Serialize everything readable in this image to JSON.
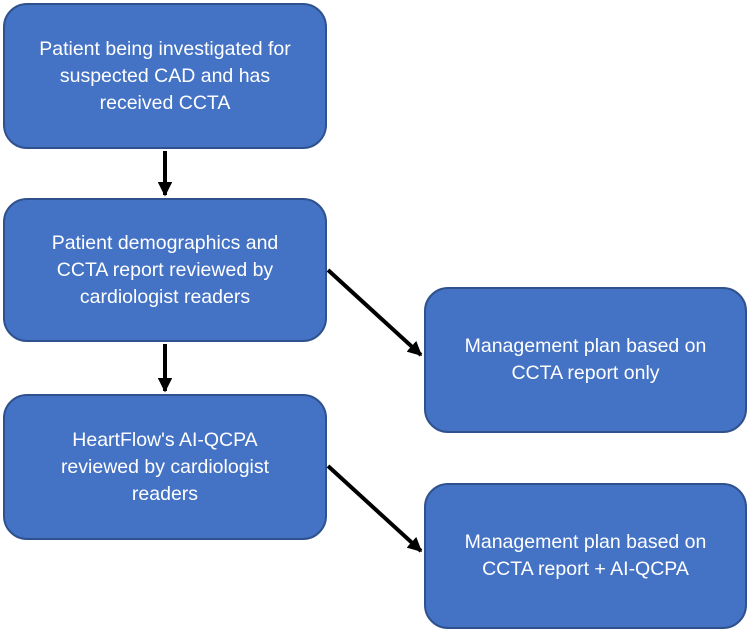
{
  "diagram": {
    "type": "flowchart",
    "colors": {
      "box_fill": "#4472c4",
      "box_border": "#2f528f",
      "text": "#ffffff",
      "arrow": "#000000"
    },
    "nodes": [
      {
        "id": "n1",
        "text": "Patient being investigated for\nsuspected CAD and has\nreceived CCTA"
      },
      {
        "id": "n2",
        "text": "Patient demographics and\nCCTA report reviewed by\ncardiologist readers"
      },
      {
        "id": "n3",
        "text": "HeartFlow's AI-QCPA\nreviewed by cardiologist\nreaders"
      },
      {
        "id": "n4",
        "text": "Management plan based on\nCCTA report only"
      },
      {
        "id": "n5",
        "text": "Management plan based on\nCCTA report + AI-QCPA"
      }
    ],
    "edges": [
      {
        "from": "n1",
        "to": "n2"
      },
      {
        "from": "n2",
        "to": "n3"
      },
      {
        "from": "n2",
        "to": "n4"
      },
      {
        "from": "n3",
        "to": "n5"
      }
    ]
  }
}
